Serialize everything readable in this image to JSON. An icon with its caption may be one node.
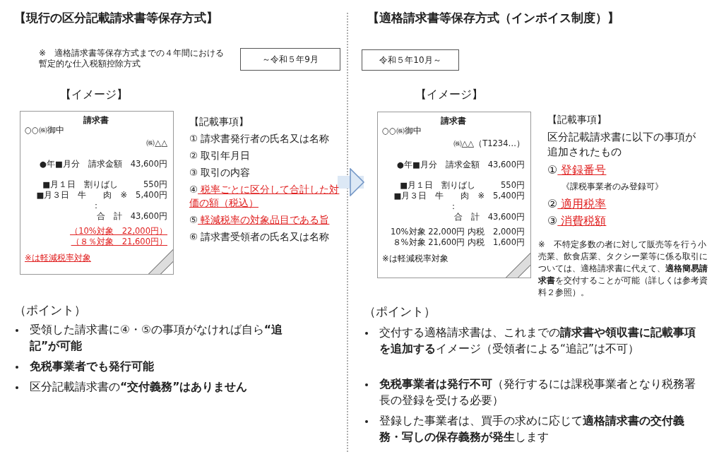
{
  "diagram": {
    "nodes": [
      {
        "text": [
          "～令和５年9月"
        ]
      },
      {
        "text": [
          "請求書",
          "○○㈱御中",
          "㈱△△",
          "●年■月分　請求金額　43,600円",
          "■月１日　割りばし　　　550円",
          "■月３日　牛　　肉　※　5,400円",
          "：",
          "合　計　43,600円",
          "（10%対象　22,000円）",
          "（８％対象　21,600円）",
          "※は軽減税率対象"
        ]
      },
      {
        "text": [
          "【記載事項】",
          "① 請求書発行者の氏名又は名称",
          "② 取引年月日",
          "③ 取引の内容",
          "④ 税率ごとに区分して合計した対価の額（税込）",
          "⑤ 軽減税率の対象品目である旨",
          "⑥ 請求書受領者の氏名又は名称"
        ]
      },
      {
        "text": [
          "令和５年10月～"
        ]
      },
      {
        "text": [
          "請求書",
          "○○㈱御中",
          "㈱△△（T1234…）",
          "●年■月分　請求金額　43,600円",
          "■月１日　割りばし　　　550円",
          "■月３日　牛　　肉　※　5,400円",
          "：",
          "合　計　43,600円",
          "10%対象 22,000円 内税　2,000円",
          "８%対象 21,600円 内税　1,600円",
          "※は軽減税率対象"
        ]
      },
      {
        "text": [
          "【記載事項】",
          "区分記載請求書に以下の事項が追加されたもの",
          "① 登録番号",
          "《課税事業者のみ登録可》",
          "② 適用税率",
          "③ 消費税額"
        ]
      }
    ],
    "edges": [
      {
        "from": 2,
        "to": 4,
        "arrow": "to"
      }
    ],
    "labels": [
      "【現行の区分記載請求書等保存方式】",
      "【適格請求書等保存方式（インボイス制度）】",
      "※　適格請求書等保存方式までの４年間における暫定的な仕入税額控除方式",
      "【イメージ】",
      "【イメージ】",
      "※　不特定多数の者に対して販売等を行う小売業、飲食店業、タクシー業等に係る取引については、適格請求書に代えて、**適格簡易請求書**を交付することが可能（詳しくは参考資料２参照）。",
      "（ポイント）",
      "受領した請求書に④・⑤の事項がなければ自ら**“追記”が可能**",
      "**免税事業者でも発行可能**",
      "区分記載請求書の**“交付義務”はありません**",
      "（ポイント）",
      "交付する適格請求書は、これまでの**請求書や領収書に記載事項を追加する**イメージ（受領者による“追記”は不可）",
      "**免税事業者は発行不可**（発行するには課税事業者となり税務署長の登録を受ける必要）",
      "登録した事業者は、買手の求めに応じて**適格請求書の交付義務・写しの保存義務が発生**します"
    ]
  }
}
